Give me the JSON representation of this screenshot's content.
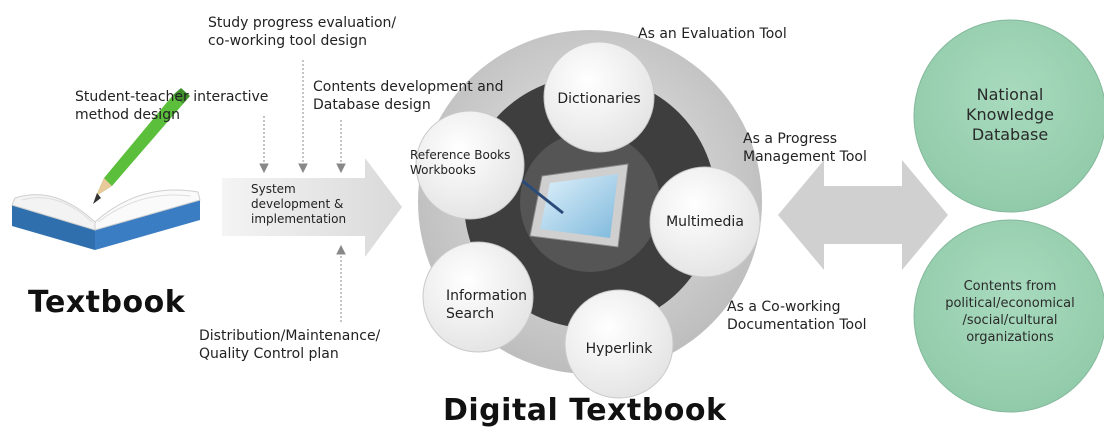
{
  "left_labels": {
    "study_progress": [
      "Study progress evaluation/",
      "co-working tool design"
    ],
    "student_teacher": [
      "Student-teacher interactive",
      "method design"
    ],
    "contents_development": [
      "Contents development and",
      "Database design"
    ],
    "system_dev": [
      "System",
      "development &",
      "implementation"
    ],
    "distribution": [
      "Distribution/Maintenance/",
      "Quality Control plan"
    ]
  },
  "textbook_title": "Textbook",
  "digital_title": "Digital Textbook",
  "nodes": {
    "dictionaries": "Dictionaries",
    "reference": [
      "Reference Books",
      "Workbooks"
    ],
    "multimedia": "Multimedia",
    "information_search": [
      "Information",
      "Search"
    ],
    "hyperlink": "Hyperlink"
  },
  "tool_labels": {
    "evaluation": "As an Evaluation Tool",
    "progress": [
      "As a Progress",
      "Management Tool"
    ],
    "coworking": [
      "As a Co-working",
      "Documentation Tool"
    ]
  },
  "right_circles": {
    "national": [
      "National",
      "Knowledge",
      "Database"
    ],
    "contents": [
      "Contents from",
      "political/economical",
      "/social/cultural",
      "organizations"
    ]
  },
  "colors": {
    "green_circle": "#9fd2b4",
    "green_border": "#84b99b",
    "dark_ring": "#3e3e3e",
    "gray_ring": "#c8c8c8"
  }
}
